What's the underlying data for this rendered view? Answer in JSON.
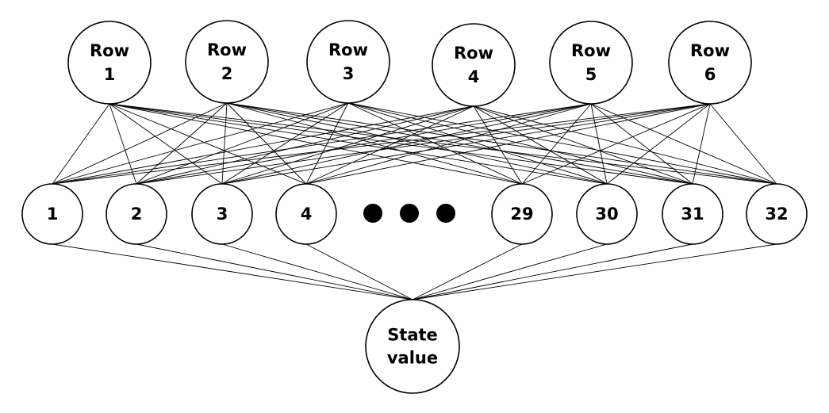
{
  "input_layer": [
    {
      "id": "row-1",
      "lines": [
        "Row",
        "1"
      ]
    },
    {
      "id": "row-2",
      "lines": [
        "Row",
        "2"
      ]
    },
    {
      "id": "row-3",
      "lines": [
        "Row",
        "3"
      ]
    },
    {
      "id": "row-4",
      "lines": [
        "Row",
        "4"
      ]
    },
    {
      "id": "row-5",
      "lines": [
        "Row",
        "5"
      ]
    },
    {
      "id": "row-6",
      "lines": [
        "Row",
        "6"
      ]
    }
  ],
  "hidden_layer": [
    {
      "id": "hidden-1",
      "label": "1"
    },
    {
      "id": "hidden-2",
      "label": "2"
    },
    {
      "id": "hidden-3",
      "label": "3"
    },
    {
      "id": "hidden-4",
      "label": "4"
    },
    {
      "id": "hidden-29",
      "label": "29"
    },
    {
      "id": "hidden-30",
      "label": "30"
    },
    {
      "id": "hidden-31",
      "label": "31"
    },
    {
      "id": "hidden-32",
      "label": "32"
    }
  ],
  "output_layer": [
    {
      "id": "state-value",
      "lines": [
        "State",
        "value"
      ]
    }
  ]
}
